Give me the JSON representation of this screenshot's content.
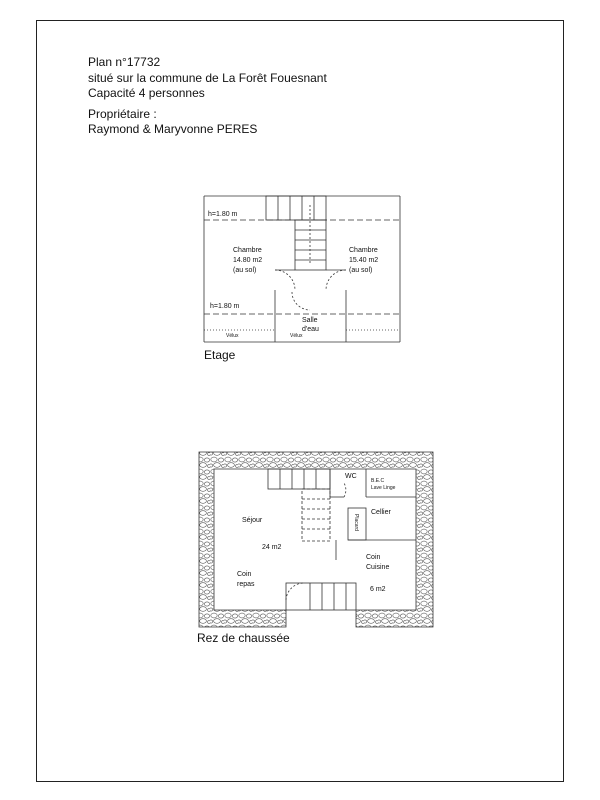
{
  "header": {
    "plan": "Plan n°17732",
    "location": "situé sur la commune de La Forêt Fouesnant",
    "capacity": "Capacité 4 personnes",
    "owner_label": "Propriétaire :",
    "owner": "Raymond & Maryvonne PERES"
  },
  "etage": {
    "caption": "Etage",
    "height_top": "h=1.80 m",
    "height_bottom": "h=1.80 m",
    "chambre_left": {
      "name": "Chambre",
      "area": "14.80 m2",
      "note": "(au sol)"
    },
    "chambre_right": {
      "name": "Chambre",
      "area": "15.40 m2",
      "note": "(au sol)"
    },
    "salle_line1": "Salle",
    "salle_line2": "d'eau",
    "velux_left": "Vélux",
    "velux_mid": "Vélux"
  },
  "rdc": {
    "caption": "Rez de chaussée",
    "wc": "WC",
    "bec_line1": "B.E.C",
    "bec_line2": "Lave Linge",
    "cellier": "Cellier",
    "placard": "Placard",
    "sejour": "Séjour",
    "sejour_area": "24 m2",
    "coin_repas_line1": "Coin",
    "coin_repas_line2": "repas",
    "coin_cuisine_line1": "Coin",
    "coin_cuisine_line2": "Cuisine",
    "cuisine_area": "6 m2"
  }
}
